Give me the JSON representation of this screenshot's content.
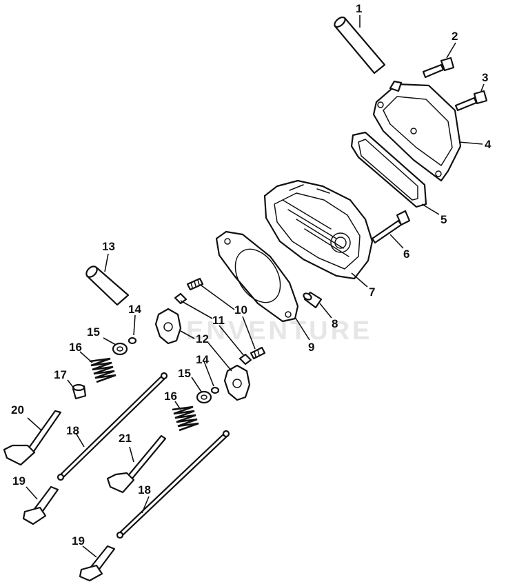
{
  "watermark": "ENVENTURE",
  "callouts": {
    "c1": "1",
    "c2": "2",
    "c3": "3",
    "c4": "4",
    "c5": "5",
    "c6": "6",
    "c7": "7",
    "c8": "8",
    "c9": "9",
    "c10": "10",
    "c11": "11",
    "c12": "12",
    "c13": "13",
    "c14a": "14",
    "c14b": "14",
    "c15a": "15",
    "c15b": "15",
    "c16a": "16",
    "c16b": "16",
    "c17": "17",
    "c18a": "18",
    "c18b": "18",
    "c19a": "19",
    "c19b": "19",
    "c20": "20",
    "c21": "21"
  }
}
